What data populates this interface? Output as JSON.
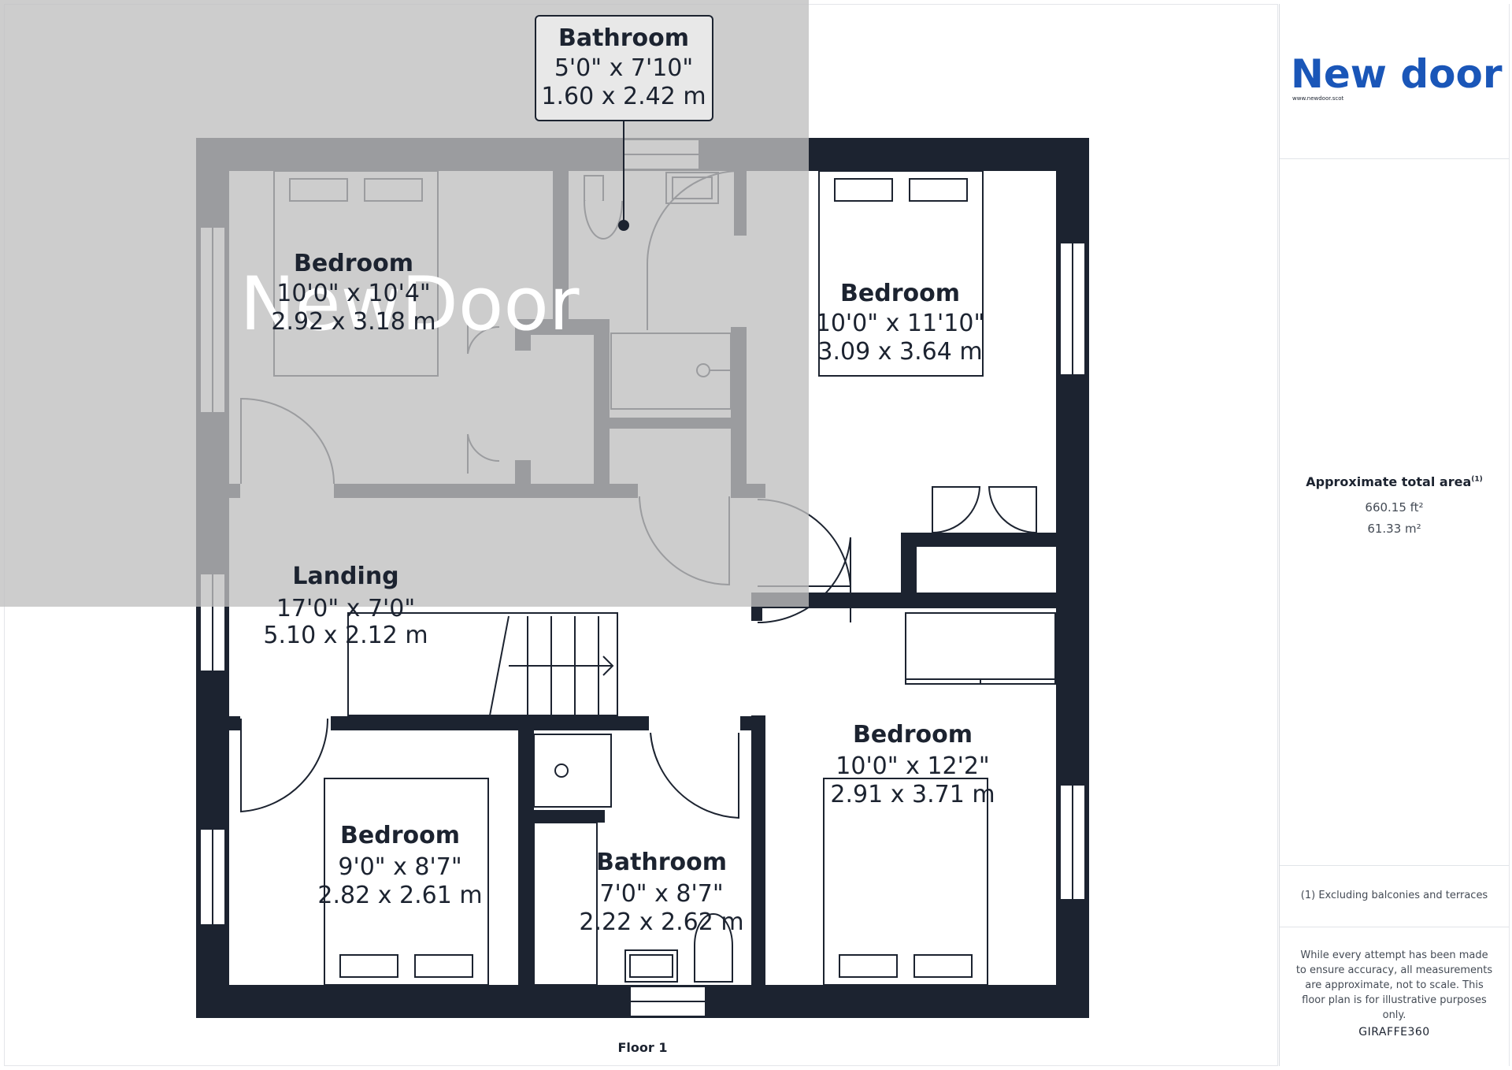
{
  "watermark": "NewDoor",
  "rooms": {
    "bath_top": {
      "name": "Bathroom",
      "imperial": "5'0\" x 7'10\"",
      "metric": "1.60 x 2.42 m"
    },
    "bed_tl": {
      "name": "Bedroom",
      "imperial": "10'0\" x 10'4\"",
      "metric": "2.92 x 3.18 m"
    },
    "bed_tr": {
      "name": "Bedroom",
      "imperial": "10'0\" x 11'10\"",
      "metric": "3.09 x 3.64 m"
    },
    "landing": {
      "name": "Landing",
      "imperial": "17'0\" x 7'0\"",
      "metric": "5.10 x 2.12 m"
    },
    "bed_br": {
      "name": "Bedroom",
      "imperial": "10'0\" x 12'2\"",
      "metric": "2.91 x 3.71 m"
    },
    "bed_bl": {
      "name": "Bedroom",
      "imperial": "9'0\" x 8'7\"",
      "metric": "2.82 x 2.61 m"
    },
    "bath_bottom": {
      "name": "Bathroom",
      "imperial": "7'0\" x 8'7\"",
      "metric": "2.22 x 2.62 m"
    }
  },
  "floor_label": "Floor 1",
  "sidebar": {
    "logo_text": "New door",
    "logo_url": "www.newdoor.scot",
    "area_label": "Approximate total area",
    "area_note_marker": "(1)",
    "area_sqft": "660.15 ft²",
    "area_sqm": "61.33 m²",
    "exclusion_note": "(1) Excluding balconies and terraces",
    "disclaimer": "While every attempt has been made to ensure accuracy, all measurements are approximate, not to scale. This floor plan is for illustrative purposes only.",
    "credit": "GIRAFFE360"
  },
  "colors": {
    "wall": "#1c2330",
    "overlay": "#bfbfbf",
    "accent": "#1a56b8"
  }
}
